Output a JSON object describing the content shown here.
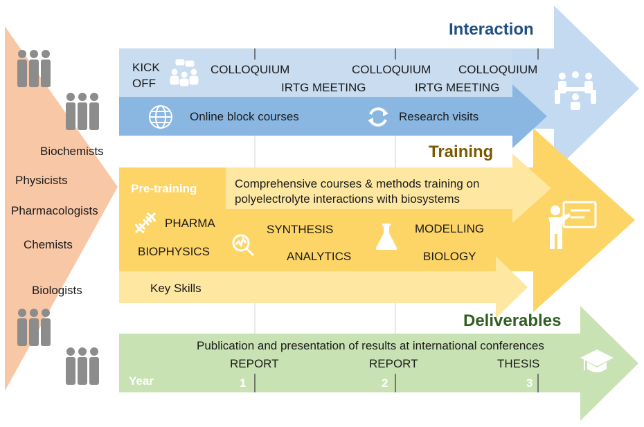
{
  "sections": {
    "interaction": "Interaction",
    "training": "Training",
    "deliverables": "Deliverables"
  },
  "disciplines": [
    "Biochemists",
    "Physicists",
    "Pharmacologists",
    "Chemists",
    "Biologists"
  ],
  "interaction": {
    "kick_line1": "KICK",
    "kick_line2": "OFF",
    "colloquium": [
      "COLLOQUIUM",
      "COLLOQUIUM",
      "COLLOQUIUM"
    ],
    "irtg": [
      "IRTG MEETING",
      "IRTG MEETING"
    ],
    "online": "Online block courses",
    "research": "Research visits"
  },
  "training": {
    "pretraining": "Pre-training",
    "courses_line1": "Comprehensive courses & methods training on",
    "courses_line2": "polyelectrolyte interactions with biosystems",
    "pharma": "PHARMA",
    "biophysics": "BIOPHYSICS",
    "synthesis": "SYNTHESIS",
    "analytics": "ANALYTICS",
    "modelling": "MODELLING",
    "biology": "BIOLOGY",
    "keyskills": "Key Skills"
  },
  "deliverables": {
    "publication": "Publication and presentation of results at international conferences",
    "report": [
      "REPORT",
      "REPORT"
    ],
    "thesis": "THESIS",
    "year_label": "Year",
    "years": [
      "1",
      "2",
      "3"
    ]
  },
  "colors": {
    "salmon": "#f8c7a6",
    "blue_light": "#c9dcf0",
    "blue_mid": "#a9c8e8",
    "blue_dark": "#7fb0de",
    "yellow": "#fdd466",
    "yellow_light": "#fde7a1",
    "green": "#c9e2b3",
    "interaction_title": "#1f4f80",
    "training_title": "#7a5a00",
    "deliverables_title": "#2f5f1f"
  },
  "icons": [
    "people-icon",
    "meeting-icon",
    "globe-icon",
    "refresh-icon",
    "teacher-icon",
    "dna-icon",
    "analysis-icon",
    "flask-icon",
    "graduation-cap-icon"
  ]
}
